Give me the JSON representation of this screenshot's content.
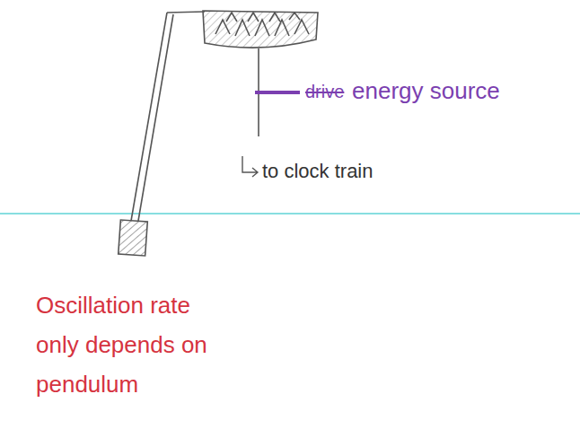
{
  "diagram": {
    "labels": [
      "drive",
      "energy source",
      "to clock train",
      "Oscillation rate only depends on pendulum"
    ]
  }
}
